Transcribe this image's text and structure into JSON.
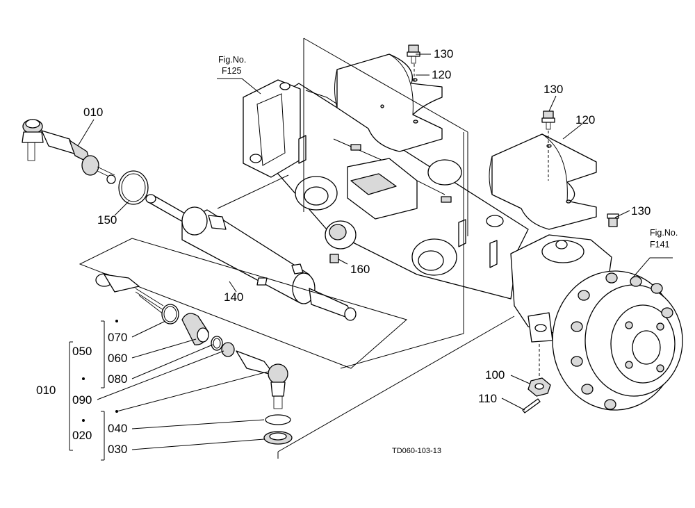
{
  "diagram": {
    "drawing_code": "TD060-103-13",
    "figure_refs": [
      {
        "line1": "Fig.No.",
        "line2": "F125"
      },
      {
        "line1": "Fig.No.",
        "line2": "F141"
      }
    ],
    "callouts": {
      "c010_top": "010",
      "c150": "150",
      "c140": "140",
      "c160": "160",
      "c130_a": "130",
      "c120_a": "120",
      "c130_b": "130",
      "c120_b": "120",
      "c130_c": "130",
      "c100": "100",
      "c110": "110",
      "c070": "070",
      "c060": "060",
      "c080": "080",
      "c090": "090",
      "c040": "040",
      "c030": "030",
      "c050": "050",
      "c020": "020",
      "c010_group": "010"
    }
  }
}
